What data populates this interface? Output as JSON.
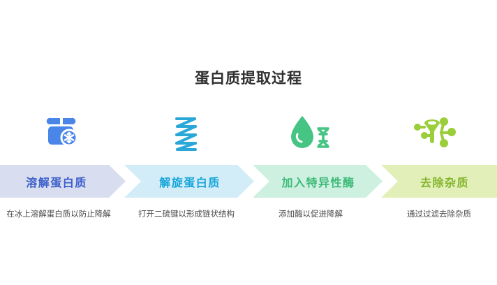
{
  "title": "蛋白质提取过程",
  "palette": {
    "background": "#ffffff",
    "title_color": "#2f2f2f",
    "step1_band": "#d9ddf0",
    "step1_text": "#3c5fc9",
    "step1_icon": "#4a86e8",
    "step2_band": "#d2edf8",
    "step2_text": "#16a5d8",
    "step2_icon": "#29a8d8",
    "step3_band": "#cdf0e0",
    "step3_text": "#3fba79",
    "step3_icon": "#45c483",
    "step4_band": "#e2efb8",
    "step4_text": "#83b52c",
    "step4_icon": "#9ace3a",
    "caption_color": "#4a4a4a"
  },
  "steps": [
    {
      "label": "溶解蛋白质",
      "caption": "在冰上溶解蛋白质以防止降解",
      "icon": "cooler-box-snowflake-icon"
    },
    {
      "label": "解旋蛋白质",
      "caption": "打开二硫键以形成链状结构",
      "icon": "protein-coil-icon"
    },
    {
      "label": "加入特异性酶",
      "caption": "添加酶以促进降解",
      "icon": "droplet-dna-icon"
    },
    {
      "label": "去除杂质",
      "caption": "通过过滤去除杂质",
      "icon": "funnel-filter-molecule-icon"
    }
  ]
}
